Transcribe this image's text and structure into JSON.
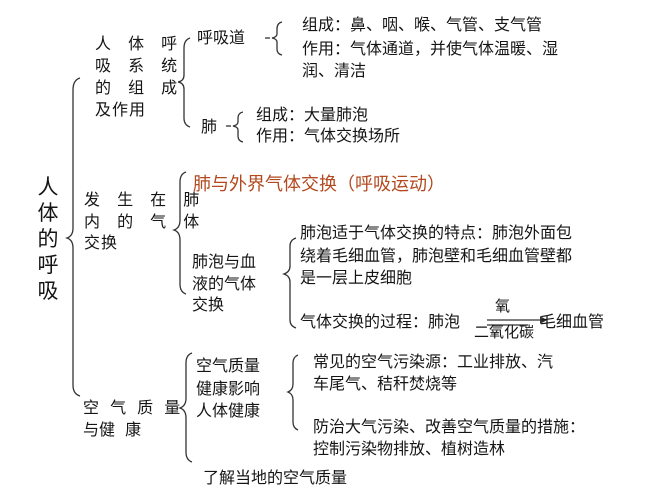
{
  "title": "人体的呼吸",
  "sections": [
    {
      "label_lines": [
        "人 体 呼",
        "吸 系 统",
        "的 组 成",
        "及作用"
      ],
      "children": [
        {
          "label": "呼吸道",
          "details": [
            "组成：鼻、咽、喉、气管、支气管",
            "作用：气体通道，并使气体温暖、湿",
            "润、清洁"
          ]
        },
        {
          "label": "肺",
          "details": [
            "组成：大量肺泡",
            "作用：气体交换场所"
          ]
        }
      ]
    },
    {
      "label_lines": [
        "发 生 在 肺",
        "内 的 气 体",
        "交换"
      ],
      "children": [
        {
          "label": "肺与外界气体交换（呼吸运动）",
          "highlight_color": "#b2491f"
        },
        {
          "label_lines": [
            "肺泡与血",
            "液的气体",
            "交换"
          ],
          "details": [
            "肺泡适于气体交换的特点：肺泡外面包",
            "绕着毛细血管，肺泡壁和毛细血管壁都",
            "是一层上皮细胞"
          ],
          "process": {
            "prefix": "气体交换的过程：肺泡",
            "arrow_top": "氧",
            "arrow_bottom": "二氧化碳",
            "suffix": "毛细血管"
          }
        }
      ]
    },
    {
      "label_lines": [
        "空 气 质 量",
        "与健  康"
      ],
      "children": [
        {
          "label_lines": [
            "空气质量",
            "健康影响",
            "人体健康"
          ],
          "details_a": [
            "常见的空气污染源：工业排放、汽",
            "车尾气、秸秆焚烧等"
          ],
          "details_b": [
            "防治大气污染、改善空气质量的措施：",
            "控制污染物排放、植树造林"
          ]
        },
        {
          "label": "了解当地的空气质量"
        }
      ]
    }
  ]
}
